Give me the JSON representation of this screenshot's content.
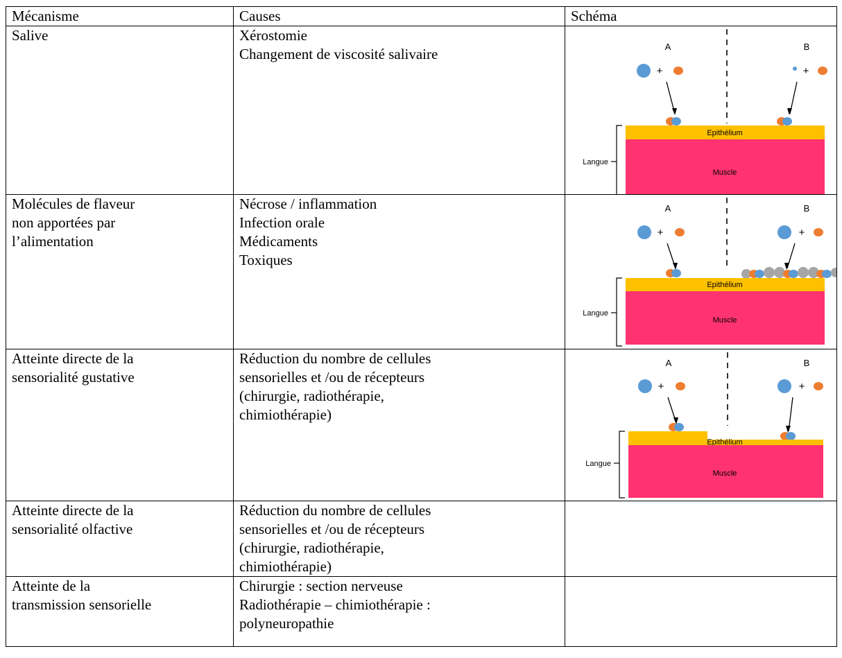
{
  "header": {
    "mechanism": "Mécanisme",
    "causes": "Causes",
    "schema": "Schéma"
  },
  "rows": [
    {
      "mechanism": [
        "Salive"
      ],
      "causes": [
        "Xérostomie",
        "Changement de viscosité salivaire"
      ],
      "diagram": {
        "label_a": "A",
        "label_b": "B",
        "epithelium": "Epithélium",
        "muscle": "Muscle",
        "tongue": "Langue"
      }
    },
    {
      "mechanism": [
        "Molécules de flaveur",
        "non apportées par",
        "l’alimentation"
      ],
      "causes": [
        "Nécrose / inflammation",
        "Infection orale",
        "Médicaments",
        "Toxiques"
      ],
      "diagram": {
        "label_a": "A",
        "label_b": "B",
        "epithelium": "Epithélium",
        "muscle": "Muscle",
        "tongue": "Langue"
      }
    },
    {
      "mechanism": [
        "Atteinte directe de la",
        "sensorialité gustative"
      ],
      "causes": [
        "Réduction du nombre de cellules",
        "sensorielles et /ou de récepteurs",
        "(chirurgie, radiothérapie,",
        "chimiothérapie)"
      ],
      "diagram": {
        "label_a": "A",
        "label_b": "B",
        "epithelium": "Epithélium",
        "muscle": "Muscle",
        "tongue": "Langue"
      }
    },
    {
      "mechanism": [
        "Atteinte directe de la",
        "sensorialité olfactive"
      ],
      "causes": [
        "Réduction du nombre de cellules",
        "sensorielles et /ou de récepteurs",
        "(chirurgie, radiothérapie,",
        "chimiothérapie)"
      ]
    },
    {
      "mechanism": [
        "Atteinte de la",
        "transmission sensorielle"
      ],
      "causes": [
        "Chirurgie : section nerveuse",
        "Radiothérapie – chimiothérapie :",
        "polyneuropathie"
      ]
    }
  ],
  "colors": {
    "epithelium": "#FFC000",
    "muscle": "#FF3370",
    "molecule_blue": "#5B9BD5",
    "molecule_orange": "#ED7D31",
    "blocker_grey": "#A6A6A6"
  }
}
